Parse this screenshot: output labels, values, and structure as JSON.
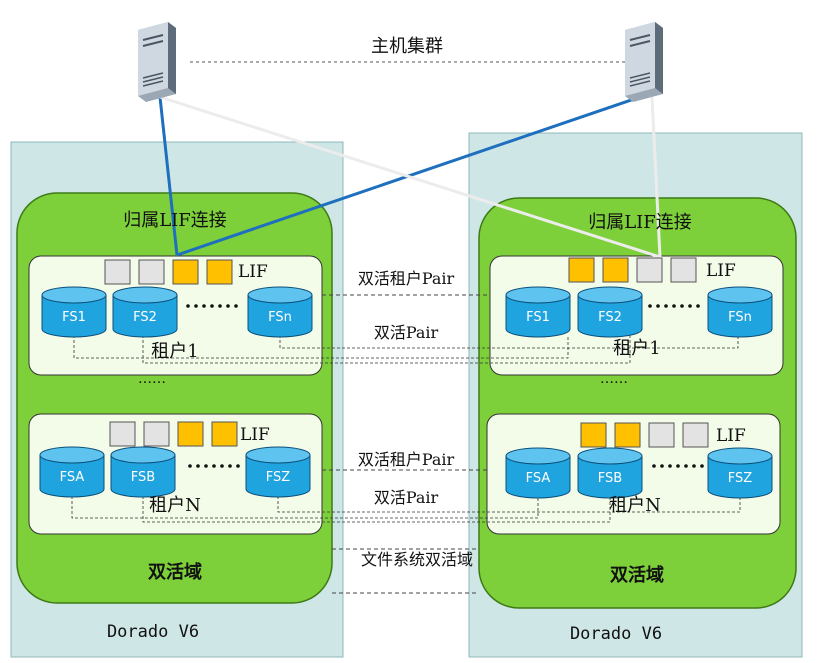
{
  "cluster_label": "主机集群",
  "arrays": [
    {
      "name": "Dorado V6",
      "domain_box_title": "归属LIF连接",
      "domain_label": "双活域",
      "tenants": [
        {
          "lif_label": "LIF",
          "ports": [
            "gray",
            "gray",
            "orange",
            "orange"
          ],
          "fs": [
            "FS1",
            "FS2",
            "FSn"
          ],
          "name": "租户1"
        },
        {
          "lif_label": "LIF",
          "ports": [
            "gray",
            "gray",
            "orange",
            "orange"
          ],
          "fs": [
            "FSA",
            "FSB",
            "FSZ"
          ],
          "name": "租户N"
        }
      ]
    },
    {
      "name": "Dorado V6",
      "domain_box_title": "归属LIF连接",
      "domain_label": "双活域",
      "tenants": [
        {
          "lif_label": "LIF",
          "ports": [
            "orange",
            "orange",
            "gray",
            "gray"
          ],
          "fs": [
            "FS1",
            "FS2",
            "FSn"
          ],
          "name": "租户1"
        },
        {
          "lif_label": "LIF",
          "ports": [
            "orange",
            "orange",
            "gray",
            "gray"
          ],
          "fs": [
            "FSA",
            "FSB",
            "FSZ"
          ],
          "name": "租户N"
        }
      ]
    }
  ],
  "pair_labels": {
    "tenant_pair_1": "双活租户Pair",
    "fs_pair_1": "双活Pair",
    "tenant_pair_n": "双活租户Pair",
    "fs_pair_n": "双活Pair",
    "fs_domain": "文件系统双活域"
  },
  "ellipsis": "……",
  "colors": {
    "panel": "#cfe6e6",
    "domain": "#7ed03a",
    "tenant": "#f3fbe9",
    "fs": "#1fa4e0",
    "port_orange": "#ffc000",
    "port_gray": "#e3e3e3",
    "link_blue": "#1f6fbf",
    "link_white": "#e8e8e8"
  }
}
